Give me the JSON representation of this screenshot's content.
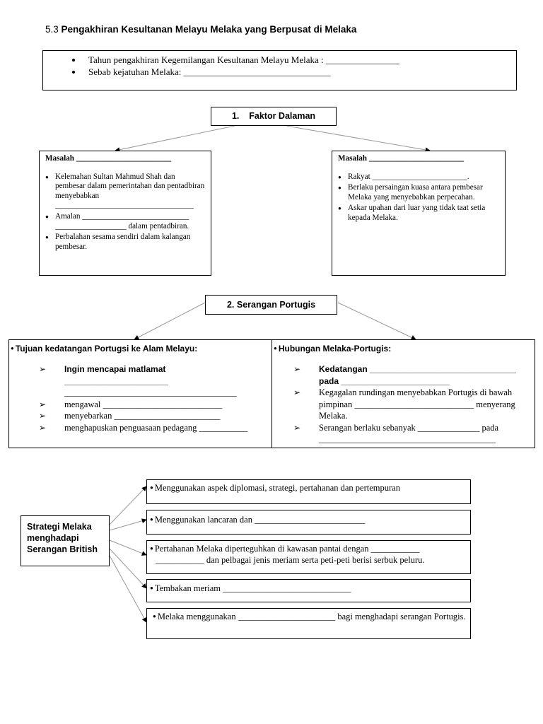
{
  "title": {
    "number": "5.3",
    "text": "Pengakhiran Kesultanan Melayu Melaka yang Berpusat di Melaka"
  },
  "top_box": {
    "items": [
      "Tahun pengakhiran Kegemilangan Kesultanan Melayu Melaka : ________________",
      "Sebab kejatuhan Melaka: ________________________________"
    ]
  },
  "faktor_dalaman": {
    "heading": "1.    Faktor Dalaman",
    "left": {
      "title": "Masalah ________________________",
      "items": [
        "Kelemahan Sultan Mahmud Shah dan pembesar dalam pemerintahan dan pentadbiran menyebabkan ___________________________________",
        "Amalan ___________________________ __________________ dalam pentadbiran.",
        "Perbalahan sesama sendiri dalam kalangan pembesar."
      ]
    },
    "right": {
      "title": "Masalah ________________________",
      "items": [
        "Rakyat ________________________.",
        "Berlaku persaingan kuasa antara pembesar Melaka yang menyebabkan perpecahan.",
        "Askar upahan dari luar yang tidak taat setia kepada Melaka."
      ]
    }
  },
  "serangan_portugis": {
    "heading": "2. Serangan Portugis",
    "left": {
      "title": "Tujuan kedatangan Portugsi ke Alam Melayu:",
      "first_item": "Ingin mencapai matlamat ______________________",
      "first_cont": "_______________________________________",
      "items": [
        "mengawal ___________________________",
        "menyebarkan ________________________",
        "menghapuskan penguasaan pedagang ___________"
      ]
    },
    "right": {
      "title": "Hubungan Melaka-Portugis:",
      "first_item": "Kedatangan _______________________________",
      "first_cont": "pada _______________________",
      "items": [
        "Kegagalan rundingan menyebabkan Portugis di bawah pimpinan ___________________________ menyerang Melaka.",
        "Serangan berlaku sebanyak ______________ pada ________________________________________"
      ]
    }
  },
  "strategi": {
    "label": "Strategi Melaka menghadapi Serangan British",
    "items": [
      "Menggunakan aspek diplomasi, strategi, pertahanan dan pertempuran",
      "Menggunakan lancaran dan _________________________",
      "Pertahanan Melaka diperteguhkan di kawasan pantai dengan ___________ ___________ dan pelbagai jenis meriam serta peti-peti berisi serbuk peluru.",
      "Tembakan meriam _____________________________",
      "Melaka menggunakan ______________________ bagi menghadapi serangan Portugis."
    ]
  }
}
